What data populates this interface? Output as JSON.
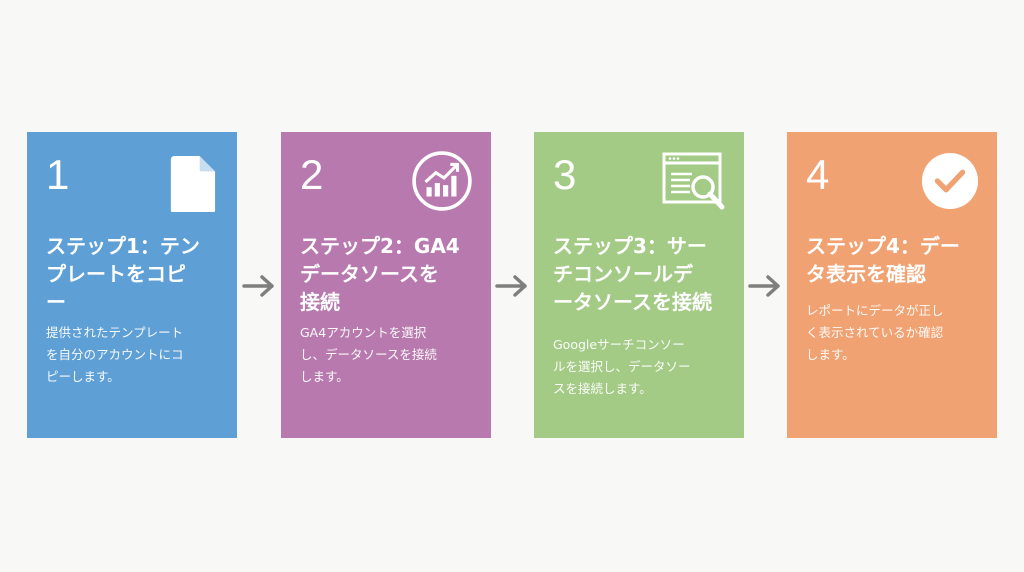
{
  "steps": [
    {
      "number": "1",
      "icon": "document-icon",
      "color": "#5e9fd5",
      "title_lines": [
        "ステップ1：テン",
        "プレートをコピ",
        "ー"
      ],
      "desc_lines": [
        "提供されたテンプレート",
        "を自分のアカウントにコ",
        "ピーします。"
      ]
    },
    {
      "number": "2",
      "icon": "analytics-chart-icon",
      "color": "#b87aae",
      "title_lines": [
        "ステップ2：GA4",
        "データソースを",
        "接続"
      ],
      "desc_lines": [
        "GA4アカウントを選択",
        "し、データソースを接続",
        "します。"
      ]
    },
    {
      "number": "3",
      "icon": "search-console-icon",
      "color": "#a3cb86",
      "title_lines": [
        "ステップ3：サー",
        "チコンソールデ",
        "ータソースを接続"
      ],
      "desc_lines": [
        "Googleサーチコンソー",
        "ルを選択し、データソー",
        "スを接続します。"
      ]
    },
    {
      "number": "4",
      "icon": "check-circle-icon",
      "color": "#f0a272",
      "title_lines": [
        "ステップ4：デー",
        "タ表示を確認"
      ],
      "desc_lines": [
        "レポートにデータが正し",
        "く表示されているか確認",
        "します。"
      ]
    }
  ],
  "arrow_color": "#7f7f7f"
}
